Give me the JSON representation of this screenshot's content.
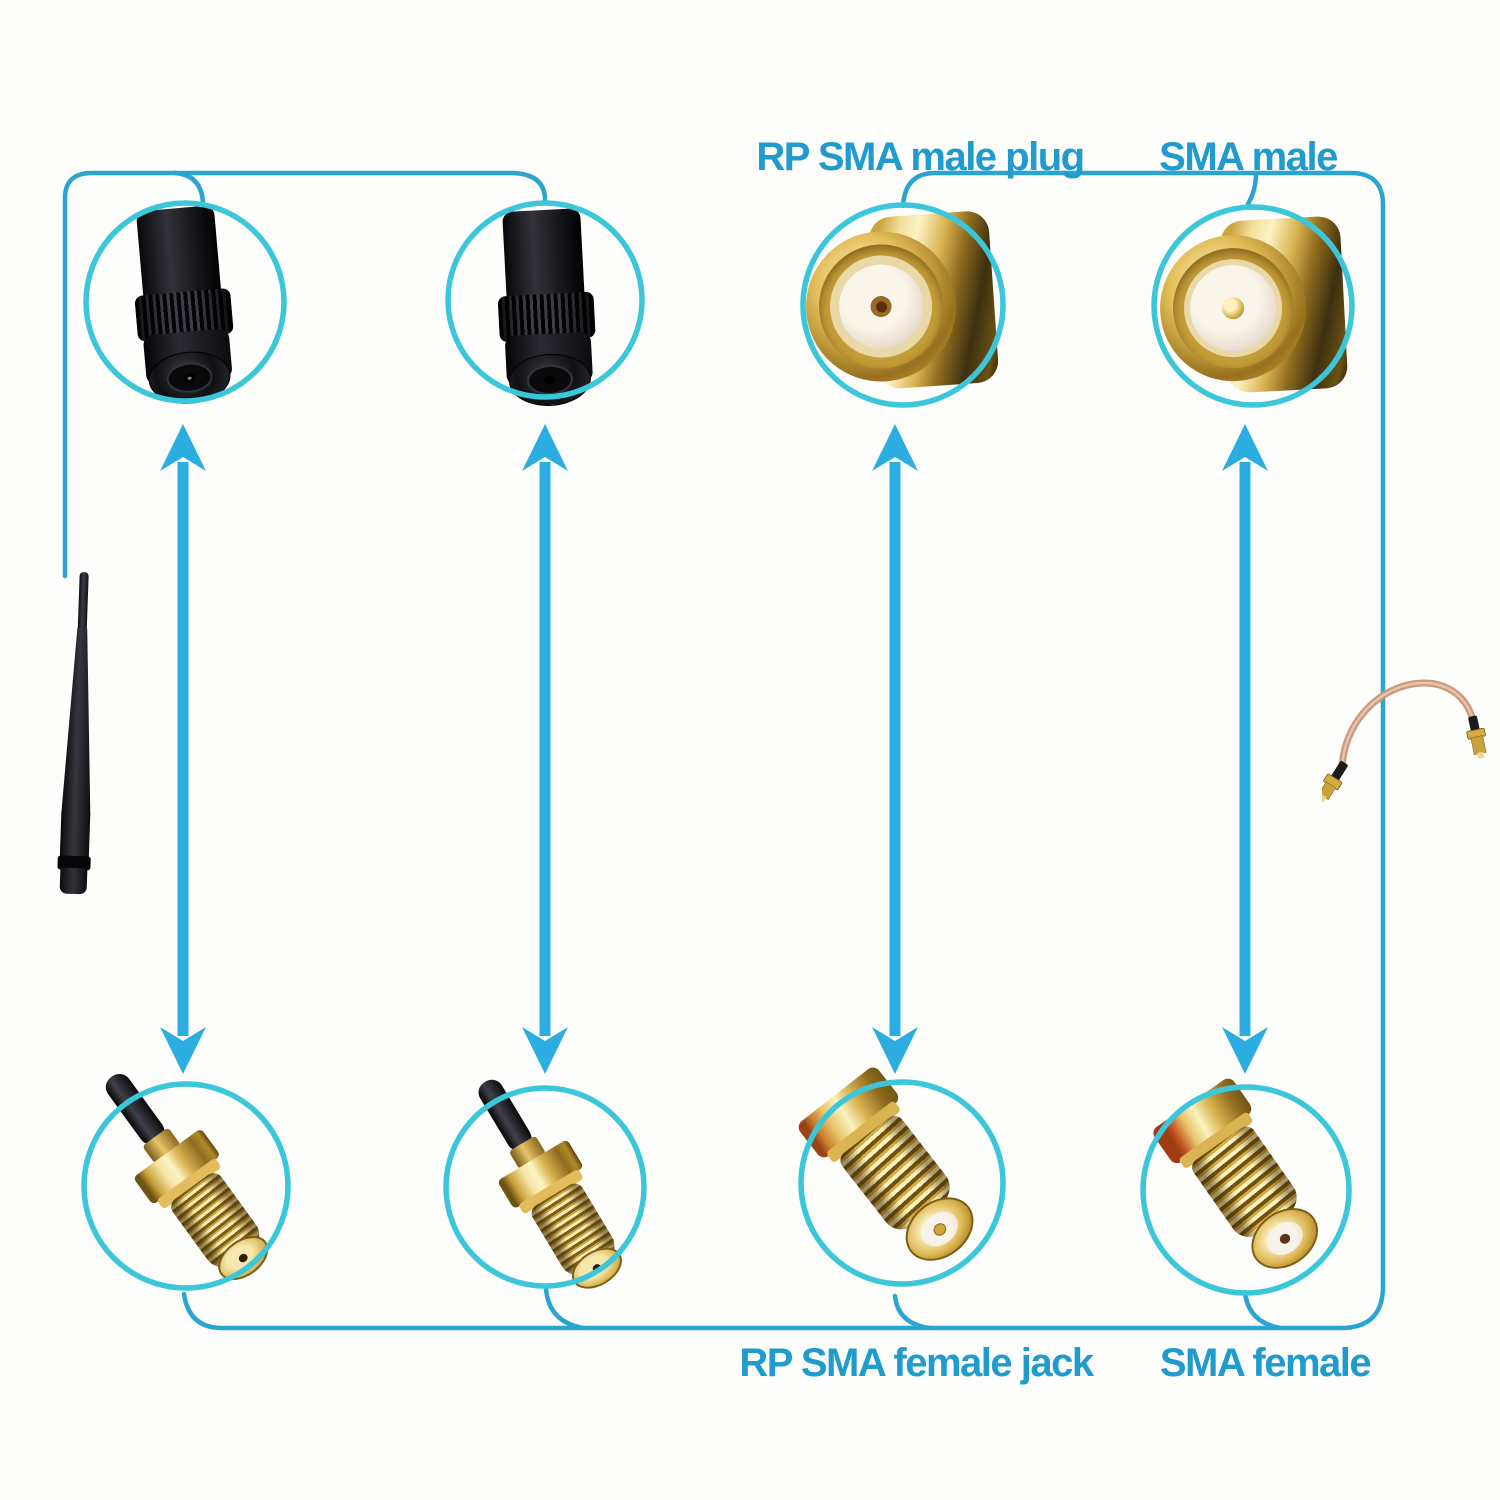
{
  "colors": {
    "background": "#fdfdfc",
    "circle_stroke": "#3cc6da",
    "bracket_line": "#2aa4d0",
    "arrow": "#2cade2",
    "label_text": "#1f9bce"
  },
  "labels": {
    "top_left": "RP SMA male plug",
    "top_right": "SMA male",
    "bottom_left": "RP SMA female jack",
    "bottom_right": "SMA female"
  },
  "connectors": {
    "top_row": [
      "rp-sma-male-antenna-base",
      "rp-sma-male-antenna-base",
      "rp-sma-male-plug",
      "sma-male-plug"
    ],
    "bottom_row": [
      "sma-female-jack-with-cable",
      "sma-female-jack-with-cable",
      "rp-sma-female-jack",
      "sma-female-jack"
    ],
    "left_item": "wifi-whip-antenna",
    "right_item": "sma-pigtail-cable"
  }
}
